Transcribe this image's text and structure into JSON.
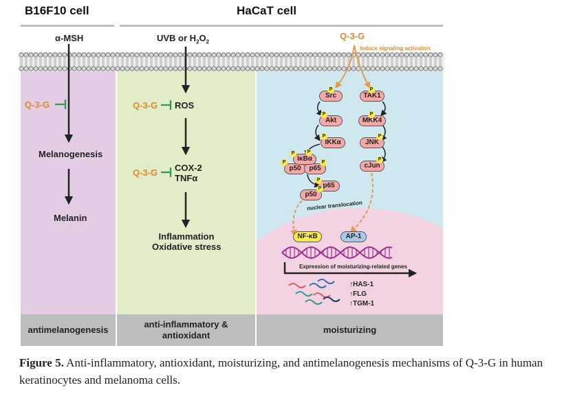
{
  "headers": {
    "b16": "B16F10 cell",
    "hacat": "HaCaT cell"
  },
  "left": {
    "stimulus": "α-MSH",
    "inhibitor": "Q-3-G",
    "process": "Melanogenesis",
    "product": "Melanin",
    "footer": "antimelanogenesis"
  },
  "middle": {
    "stimulus_pre": "UVB or H",
    "stimulus_sub": "2",
    "stimulus_mid": "O",
    "stimulus_sub2": "2",
    "inhibitor1": "Q-3-G",
    "ros": "ROS",
    "inhibitor2": "Q-3-G",
    "cox": "COX-2",
    "tnf": "TNFα",
    "outcome1": "Inflammation",
    "outcome2": "Oxidative stress",
    "footer1": "anti-inflammatory &",
    "footer2": "antioxidant"
  },
  "right": {
    "compound": "Q-3-G",
    "activation": "Induce signaling activation",
    "src": "Src",
    "akt": "Akt",
    "ikk": "IKKα",
    "ikb": "IκBα",
    "p50a": "p50",
    "p65a": "p65",
    "p50b": "p50",
    "p65b": "p65",
    "tak1": "TAK1",
    "mkk4": "MKK4",
    "jnk": "JNK",
    "cjun": "cJun",
    "phospho": "P",
    "translocation": "nuclear translocation",
    "nfkb": "NF-κB",
    "ap1": "AP-1",
    "expression": "Expression of moisturizing-related genes",
    "genes": [
      "↑HAS-1",
      "↑FLG",
      "↑TGM-1"
    ],
    "footer": "moisturizing"
  },
  "caption": {
    "label": "Figure 5.",
    "text": " Anti-inflammatory, antioxidant, moisturizing, and antimelanogenesis mechanisms of Q-3-G in human keratinocytes and melanoma cells."
  },
  "colors": {
    "left_panel": "#e2cde4",
    "middle_panel": "#e2ecc8",
    "right_cyto": "#cfe8f0",
    "nucleus": "#f3d3e1",
    "footer": "#bdbdbd",
    "orange": "#e08a2b",
    "inhibit_green": "#2e9a4a",
    "protein": "#f4a9a8",
    "phospho": "#f8ec4c",
    "nfkb": "#f8ec4c",
    "ap1": "#a9c8ea"
  }
}
